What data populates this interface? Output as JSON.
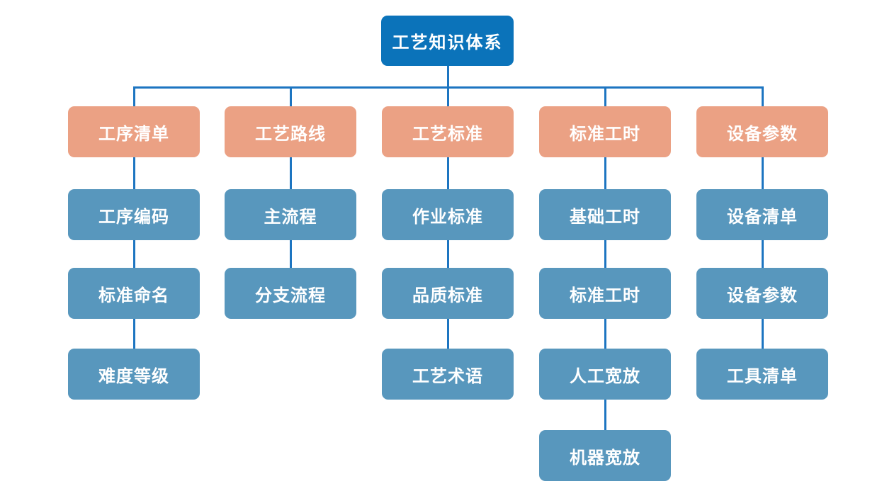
{
  "diagram": {
    "title": "工艺知识体系",
    "root": {
      "label": "工艺知识体系"
    },
    "columns": [
      {
        "header": "工序清单",
        "children": [
          "工序编码",
          "标准命名",
          "难度等级"
        ]
      },
      {
        "header": "工艺路线",
        "children": [
          "主流程",
          "分支流程"
        ]
      },
      {
        "header": "工艺标准",
        "children": [
          "作业标准",
          "品质标准",
          "工艺术语"
        ]
      },
      {
        "header": "标准工时",
        "children": [
          "基础工时",
          "标准工时",
          "人工宽放",
          "机器宽放"
        ]
      },
      {
        "header": "设备参数",
        "children": [
          "设备清单",
          "设备参数",
          "工具清单"
        ]
      }
    ],
    "colors": {
      "background": "#ffffff",
      "root_bg": "#0b73ba",
      "header_bg": "#eba184",
      "child_bg": "#5897bd",
      "connector": "#1d75c1",
      "text": "#ffffff"
    }
  }
}
